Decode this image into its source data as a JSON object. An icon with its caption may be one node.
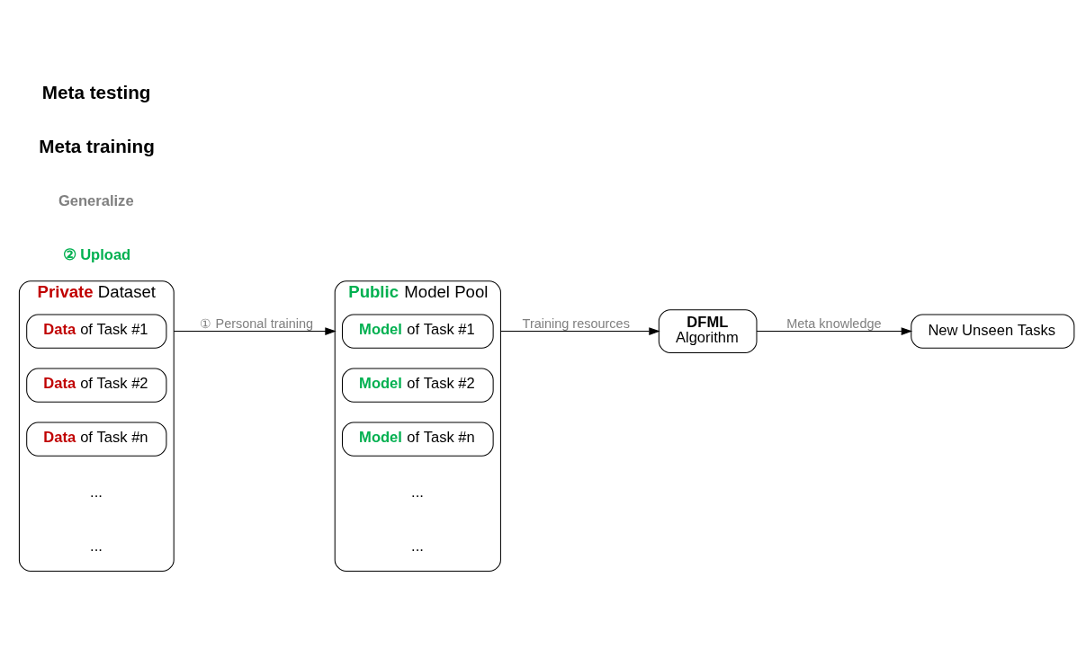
{
  "diagram": {
    "nodes": [
      {
        "text": [
          "**Private** Dataset"
        ]
      },
      {
        "text": [
          "**Data** of Task #1"
        ],
        "in": 0
      },
      {
        "text": [
          "**Data** of Task #2"
        ],
        "in": 0
      },
      {
        "text": [
          "**Data** of Task #n"
        ],
        "in": 0
      },
      {
        "text": [
          "**Public** Model Pool"
        ]
      },
      {
        "text": [
          "**Model** of Task #1"
        ],
        "in": 4
      },
      {
        "text": [
          "**Model** of Task #2"
        ],
        "in": 4
      },
      {
        "text": [
          "**Model** of Task #n"
        ],
        "in": 4
      },
      {
        "text": [
          "New Unseen Tasks"
        ]
      },
      {
        "text": [
          "DFML",
          "Algorithm"
        ]
      }
    ],
    "edges": [
      {
        "from": 0,
        "to": 4,
        "arrow": "to",
        "label": "① Personal training"
      },
      {
        "from": 4,
        "to": 9,
        "arrow": "to",
        "label": "Training resources"
      },
      {
        "from": 9,
        "to": 8,
        "arrow": "to",
        "label": "Meta knowledge"
      }
    ],
    "labels": [
      "...",
      "...",
      "...",
      "...",
      "② Upload",
      "Generalize",
      "Meta training",
      "Meta testing"
    ]
  }
}
